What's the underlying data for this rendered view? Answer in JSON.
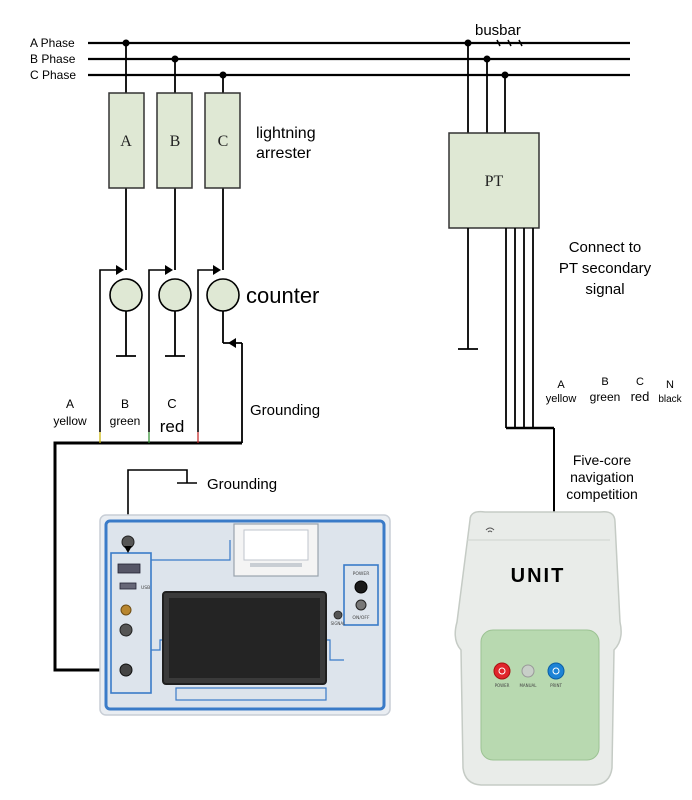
{
  "phases": {
    "a": "A Phase",
    "b": "B Phase",
    "c": "C Phase"
  },
  "busbar": "busbar",
  "arrester_labels": {
    "a": "A",
    "b": "B",
    "c": "C"
  },
  "arrester_title": {
    "line1": "lightning",
    "line2": "arrester"
  },
  "counter": "counter",
  "pt": {
    "label": "PT",
    "connect_line1": "Connect to",
    "connect_line2": "PT secondary",
    "connect_line3": "signal"
  },
  "wires_left": {
    "a_letter": "A",
    "a_color": "yellow",
    "b_letter": "B",
    "b_color": "green",
    "c_letter": "C",
    "c_color": "red"
  },
  "wires_right": {
    "a_letter": "A",
    "a_color": "yellow",
    "b_letter": "B",
    "b_color": "green",
    "c_letter": "C",
    "c_color": "red",
    "n_letter": "N",
    "n_color": "black"
  },
  "grounding_1": "Grounding",
  "grounding_2": "Grounding",
  "five_core": {
    "line1": "Five-core",
    "line2": "navigation",
    "line3": "competition"
  },
  "handheld": {
    "brand": "UNIT",
    "btn_power": "POWER",
    "btn_manual": "MANUAL",
    "btn_print": "PRINT"
  },
  "tester": {
    "power_label": "POWER",
    "onoff_label": "ON/OFF",
    "signal_label": "SIGNAL",
    "usb_label": "USB"
  },
  "colors": {
    "line": "#000000",
    "box_fill": "#dfe8d4",
    "box_stroke": "#333333",
    "tester_body": "#dde4ec",
    "tester_border": "#3a7bc8",
    "screen": "#2b2b2b",
    "handheld_body": "#e9ece9",
    "handheld_panel": "#b8d9b0",
    "btn_red": "#e0262c",
    "btn_blue": "#1d83d6"
  },
  "icons": {
    "ground": "ground-symbol-icon",
    "printer": "printer-icon",
    "wifi": "wifi-icon"
  }
}
